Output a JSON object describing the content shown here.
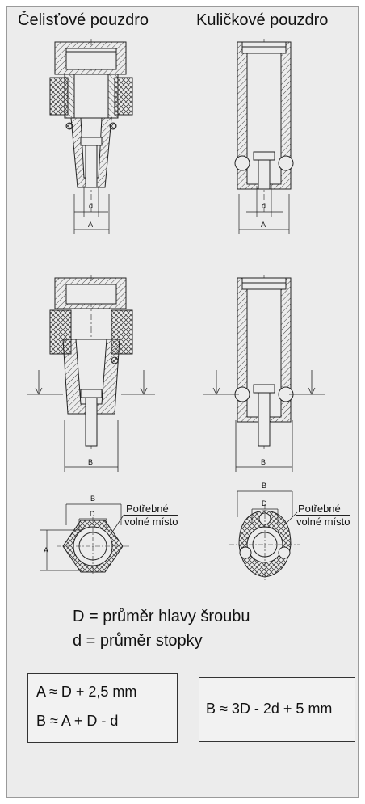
{
  "titles": {
    "left": "Čelisťové pouzdro",
    "right": "Kuličkové pouzdro"
  },
  "dimensions": {
    "d": "d",
    "A": "A",
    "B": "B",
    "D": "D"
  },
  "callouts": {
    "left_line1": "Potřebné",
    "left_line2": "volné místo",
    "right_line1": "Potřebné",
    "right_line2": "volné místo"
  },
  "legend": {
    "D_def": "D = průměr hlavy šroubu",
    "d_def": "d = průměr stopky"
  },
  "formulas": {
    "left_line1": "A ≈ D + 2,5 mm",
    "left_line2": "B ≈ A + D - d",
    "right": "B ≈ 3D - 2d + 5 mm"
  },
  "colors": {
    "line": "#222222",
    "panel": "#ececec",
    "hatch": "#444444"
  }
}
